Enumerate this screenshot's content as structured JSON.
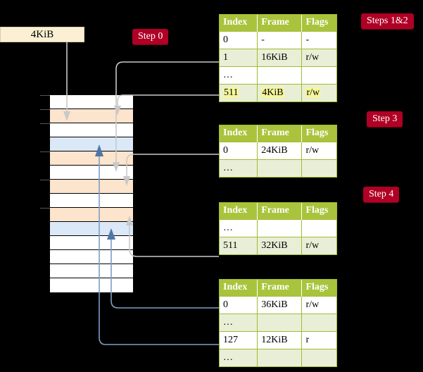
{
  "title": "Multi-level page table walk diagram",
  "labels": {
    "source_box": "4KiB",
    "step0": "Step 0",
    "step12": "Steps 1&2",
    "step3": "Step 3",
    "step4": "Step 4"
  },
  "colors": {
    "badge": "#b00025",
    "table_header": "#a9c43c",
    "table_alt_row": "#e9efd6",
    "highlight": "#f6f69b",
    "mem_orange": "#fce4cd",
    "mem_blue": "#dbe8f7",
    "source_box": "#fbf0d4",
    "gray_wire": "#c9c9c9",
    "blue_wire": "#7b9fc6"
  },
  "tables": [
    {
      "id": "pml-table",
      "columns": [
        "Index",
        "Frame",
        "Flags"
      ],
      "rows": [
        {
          "cells": [
            "0",
            "-",
            "-"
          ],
          "style": "plain",
          "highlight": [
            false,
            false,
            false
          ]
        },
        {
          "cells": [
            "1",
            "16KiB",
            "r/w"
          ],
          "style": "alt",
          "highlight": [
            false,
            false,
            false
          ]
        },
        {
          "cells": [
            "…",
            "",
            ""
          ],
          "style": "plain",
          "highlight": [
            false,
            false,
            false
          ]
        },
        {
          "cells": [
            "511",
            "4KiB",
            "r/w"
          ],
          "style": "alt",
          "highlight": [
            true,
            true,
            true
          ]
        }
      ]
    },
    {
      "id": "pdp-table",
      "columns": [
        "Index",
        "Frame",
        "Flags"
      ],
      "rows": [
        {
          "cells": [
            "0",
            "24KiB",
            "r/w"
          ],
          "style": "plain",
          "highlight": [
            false,
            false,
            false
          ]
        },
        {
          "cells": [
            "…",
            "",
            ""
          ],
          "style": "alt",
          "highlight": [
            false,
            false,
            false
          ]
        }
      ]
    },
    {
      "id": "pd-table",
      "columns": [
        "Index",
        "Frame",
        "Flags"
      ],
      "rows": [
        {
          "cells": [
            "…",
            "",
            ""
          ],
          "style": "plain",
          "highlight": [
            false,
            false,
            false
          ]
        },
        {
          "cells": [
            "511",
            "32KiB",
            "r/w"
          ],
          "style": "alt",
          "highlight": [
            false,
            false,
            false
          ]
        }
      ]
    },
    {
      "id": "pt-table",
      "columns": [
        "Index",
        "Frame",
        "Flags"
      ],
      "rows": [
        {
          "cells": [
            "0",
            "36KiB",
            "r/w"
          ],
          "style": "plain",
          "highlight": [
            false,
            false,
            false
          ]
        },
        {
          "cells": [
            "…",
            "",
            ""
          ],
          "style": "alt",
          "highlight": [
            false,
            false,
            false
          ]
        },
        {
          "cells": [
            "127",
            "12KiB",
            "r"
          ],
          "style": "plain",
          "highlight": [
            false,
            false,
            false
          ]
        },
        {
          "cells": [
            "…",
            "",
            ""
          ],
          "style": "alt",
          "highlight": [
            false,
            false,
            false
          ]
        }
      ]
    }
  ],
  "memory_rows": [
    {
      "fill": "white",
      "tick": true
    },
    {
      "fill": "orange",
      "tick": true
    },
    {
      "fill": "white",
      "tick": true
    },
    {
      "fill": "blue",
      "tick": false
    },
    {
      "fill": "orange",
      "tick": true
    },
    {
      "fill": "white",
      "tick": false
    },
    {
      "fill": "orange",
      "tick": true
    },
    {
      "fill": "white",
      "tick": false
    },
    {
      "fill": "orange",
      "tick": true
    },
    {
      "fill": "blue",
      "tick": false
    },
    {
      "fill": "white",
      "tick": false
    },
    {
      "fill": "white",
      "tick": false
    },
    {
      "fill": "white",
      "tick": false
    },
    {
      "fill": "white",
      "tick": false
    }
  ]
}
